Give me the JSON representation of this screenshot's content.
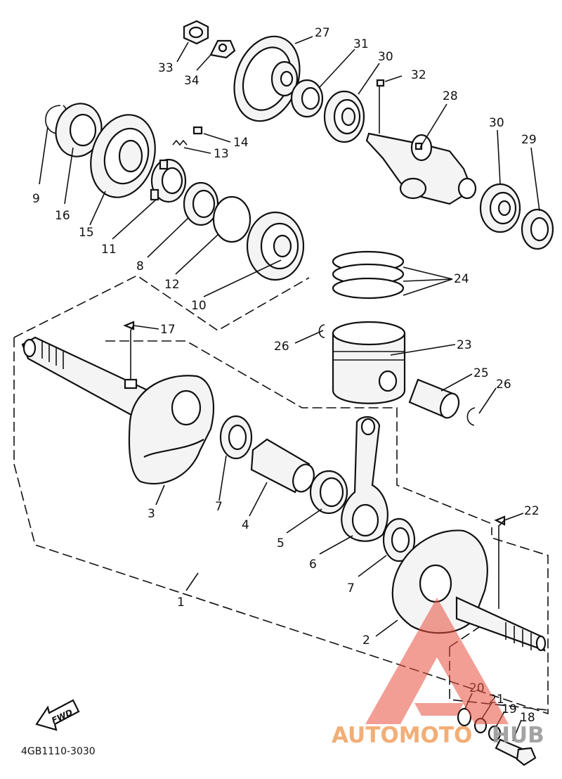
{
  "callouts": [
    "33",
    "34",
    "27",
    "31",
    "30",
    "32",
    "28",
    "9",
    "16",
    "15",
    "14",
    "13",
    "11",
    "8",
    "12",
    "10",
    "30",
    "29",
    "24",
    "26",
    "23",
    "17",
    "25",
    "26",
    "3",
    "7",
    "4",
    "5",
    "6",
    "7",
    "1",
    "22",
    "2",
    "20",
    "21",
    "19",
    "18"
  ],
  "drawing_code": "4GB1110-3030",
  "fwd_label": "FWD",
  "watermark": {
    "part1": "AUTOMOTO",
    "part2": "HUB",
    "color_primary": "#f0a060",
    "color_triangle": "#e85040",
    "color_hub": "#9a9a9a"
  }
}
